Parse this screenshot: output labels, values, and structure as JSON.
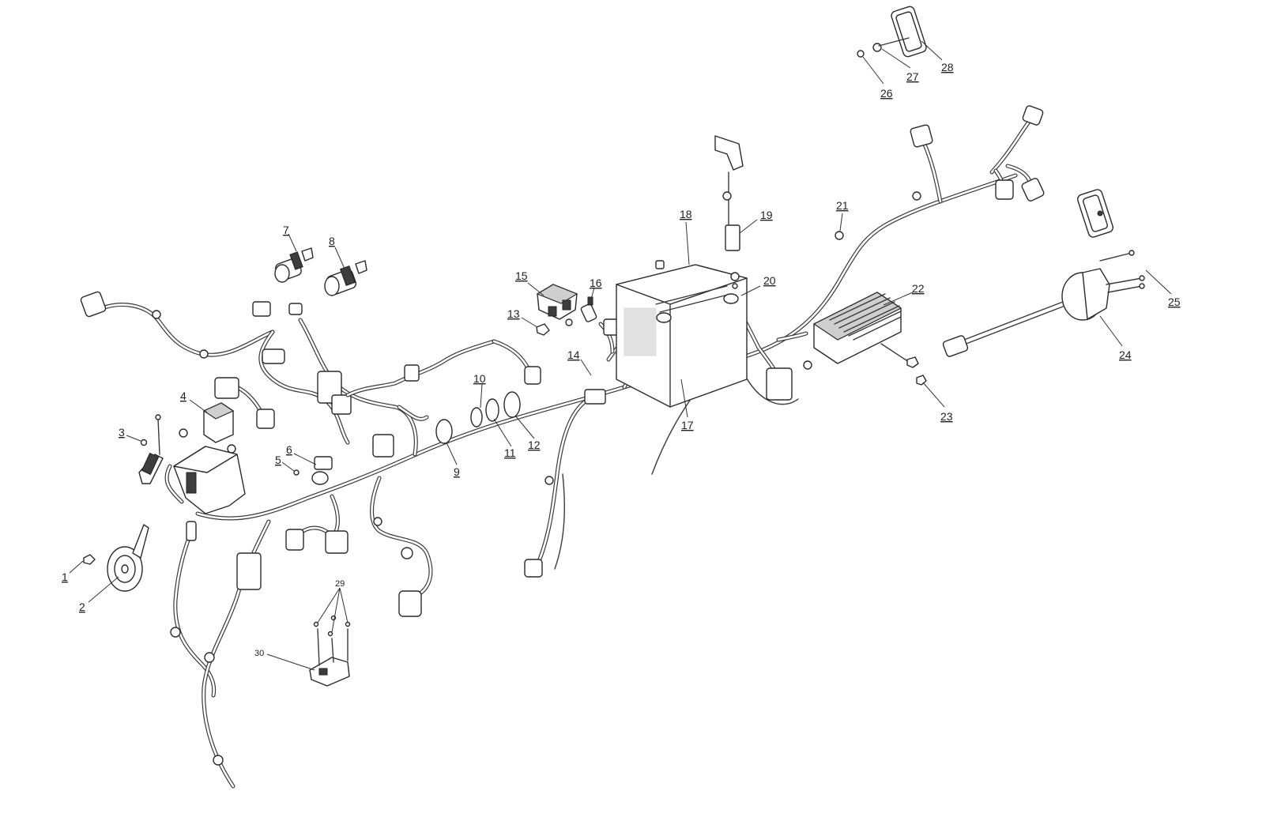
{
  "diagram": {
    "callouts": [
      {
        "id": "c1",
        "label": "1"
      },
      {
        "id": "c2",
        "label": "2"
      },
      {
        "id": "c3",
        "label": "3"
      },
      {
        "id": "c4",
        "label": "4"
      },
      {
        "id": "c5",
        "label": "5"
      },
      {
        "id": "c6",
        "label": "6"
      },
      {
        "id": "c7",
        "label": "7"
      },
      {
        "id": "c8",
        "label": "8"
      },
      {
        "id": "c9",
        "label": "9"
      },
      {
        "id": "c10",
        "label": "10"
      },
      {
        "id": "c11",
        "label": "11"
      },
      {
        "id": "c12",
        "label": "12"
      },
      {
        "id": "c13",
        "label": "13"
      },
      {
        "id": "c14",
        "label": "14"
      },
      {
        "id": "c15",
        "label": "15"
      },
      {
        "id": "c16",
        "label": "16"
      },
      {
        "id": "c17",
        "label": "17"
      },
      {
        "id": "c18",
        "label": "18"
      },
      {
        "id": "c19",
        "label": "19"
      },
      {
        "id": "c20",
        "label": "20"
      },
      {
        "id": "c21",
        "label": "21"
      },
      {
        "id": "c22",
        "label": "22"
      },
      {
        "id": "c23",
        "label": "23"
      },
      {
        "id": "c24",
        "label": "24"
      },
      {
        "id": "c25",
        "label": "25"
      },
      {
        "id": "c26",
        "label": "26"
      },
      {
        "id": "c27",
        "label": "27"
      },
      {
        "id": "c28",
        "label": "28"
      },
      {
        "id": "c29",
        "label": "29"
      },
      {
        "id": "c30",
        "label": "30"
      }
    ],
    "colors": {
      "line": "#2a2a2a",
      "background": "#ffffff"
    }
  }
}
